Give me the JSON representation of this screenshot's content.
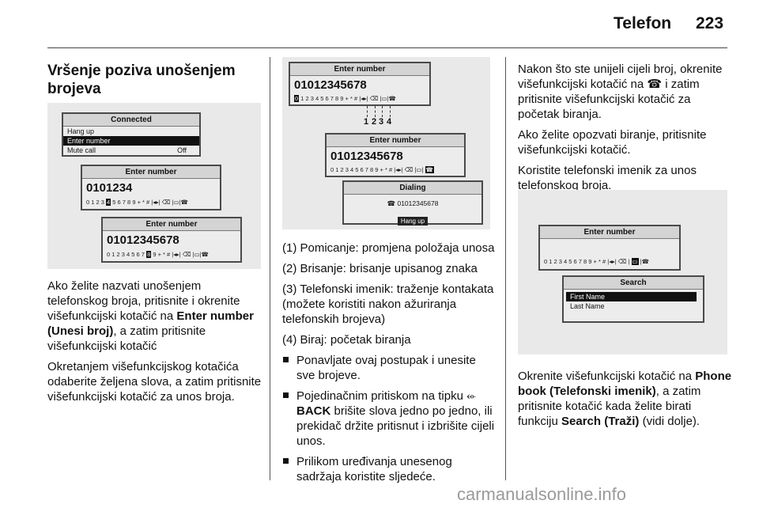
{
  "header": {
    "title": "Telefon",
    "page": "223"
  },
  "col1": {
    "heading": "Vršenje poziva unošenjem brojeva",
    "figure": {
      "connected": {
        "title": "Connected",
        "items": [
          "Hang up",
          "Enter number",
          "Mute call"
        ],
        "mute_value": "Off"
      },
      "enter1": {
        "title": "Enter number",
        "number": "0101234",
        "keys_before": "0 1 2 3",
        "key_sel": "4",
        "keys_after": "5 6 7 8 9 + * # |◂▸| ⌫ |▭|☎"
      },
      "enter2": {
        "title": "Enter number",
        "number": "01012345678",
        "keys_before": "0 1 2 3 4 5 6 7",
        "key_sel": "8",
        "keys_after": "9 + * # |◂▸| ⌫ |▭|☎"
      }
    },
    "p1_a": "Ako želite nazvati unošenjem telefonskog broja, pritisnite i okrenite višefunkcijski kotačić na ",
    "p1_b": "Enter number (Unesi broj)",
    "p1_c": ", a zatim pritisnite višefunkcijski kotačić",
    "p2": "Okretanjem višefunkcijskog kotačića odaberite željena slova, a zatim pritisnite višefunkcijski kotačić za unos broja."
  },
  "col2": {
    "figure": {
      "enter1": {
        "title": "Enter number",
        "number": "01012345678",
        "key_sel": "0",
        "keys_after": "1 2 3 4 5 6 7 8 9 + * # |◂▸| ⌫ |▭|☎"
      },
      "markers": [
        "1",
        "2",
        "3",
        "4"
      ],
      "enter2": {
        "title": "Enter number",
        "number": "01012345678",
        "keys_before": "0 1 2 3 4 5 6 7 8 9 + * # |◂▸| ⌫ |▭|",
        "key_sel": "☎"
      },
      "dialing": {
        "title": "Dialing",
        "number": "☎ 01012345678",
        "button": "Hang up"
      }
    },
    "items": [
      "(1) Pomicanje: promjena položaja unosa",
      "(2) Brisanje: brisanje upisanog znaka",
      "(3) Telefonski imenik: traženje kontakata (možete koristiti nakon ažuriranja telefonskih brojeva)",
      "(4) Biraj: početak biranja"
    ],
    "bullets": {
      "b1": "Ponavljate ovaj postupak i unesite sve brojeve.",
      "b2_a": "Pojedinačnim pritiskom na tipku ⬰ ",
      "b2_b": "BACK",
      "b2_c": " brišite slova jedno po jedno, ili prekidač držite pritisnut i izbrišite cijeli unos.",
      "b3": "Prilikom uređivanja unesenog sadržaja koristite sljedeće."
    }
  },
  "col3": {
    "p1": "Nakon što ste unijeli cijeli broj, okrenite višefunkcijski kotačić na ☎ i zatim pritisnite višefunkcijski kotačić za početak biranja.",
    "p2": "Ako želite opozvati biranje, pritisnite višefunkcijski kotačić.",
    "p3": "Koristite telefonski imenik za unos telefonskog broja.",
    "figure": {
      "enter": {
        "title": "Enter number",
        "keys_before": "0 1 2 3 4 5 6 7 8 9 + * # |◂▸| ⌫ |",
        "key_sel": "▭",
        "keys_after": "|☎"
      },
      "search": {
        "title": "Search",
        "items": [
          "First Name",
          "Last Name"
        ]
      }
    },
    "p4_a": "Okrenite višefunkcijski kotačić na ",
    "p4_b": "Phone book (Telefonski imenik)",
    "p4_c": ", a zatim pritisnite kotačić kada želite birati funkciju ",
    "p4_d": "Search (Traži)",
    "p4_e": " (vidi dolje)."
  },
  "watermark": "carmanualsonline.info"
}
